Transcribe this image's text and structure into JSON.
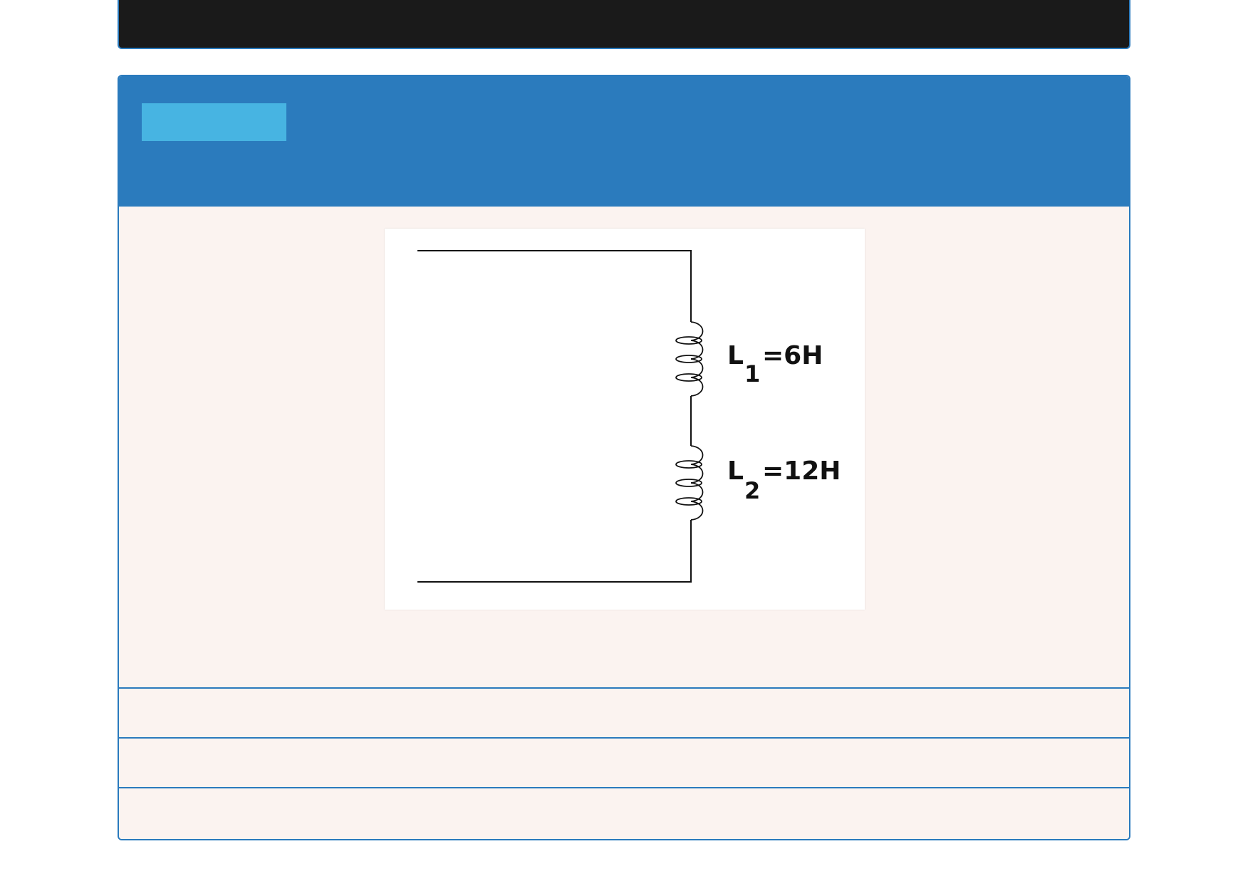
{
  "diagram": {
    "inductors": [
      {
        "symbol": "L",
        "subscript": "1",
        "value": "=6H"
      },
      {
        "symbol": "L",
        "subscript": "2",
        "value": "=12H"
      }
    ]
  }
}
